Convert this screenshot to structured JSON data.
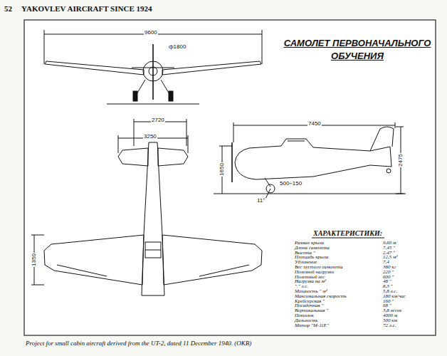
{
  "diagram": {
    "title": "САМОЛЕТ ПЕРВОНАЧАЛЬНОГО ОБУЧЕНИЯ",
    "caption": "Project for small cabin aircraft derived from the UT-2, dated 11 December 1940. (OKB)",
    "labels": [
      "52",
      "YAKOVLEV AIRCRAFT SINCE 1924",
      "9600",
      "ф1800",
      "2720",
      "3250",
      "7450",
      "1650",
      "2475",
      "500÷150",
      "11°",
      "1350",
      "ХАРАКТЕРИСТИКИ:",
      "Размах крыла",
      "9,60 м",
      "Длина самолета",
      "7,45 \"",
      "Высота \"",
      "2,47 \"",
      "Площадь крыла",
      "12,5 м²",
      "Удлинение",
      "7,4",
      "Вес пустого самолета",
      "380 кг",
      "Полезной нагрузки",
      "220 \"",
      "Полетный вес",
      "600 \"",
      "Нагрузка на м²",
      "48 \"",
      "\" \" л.с.",
      "8,3 \"",
      "Мощность \" м²",
      "5,8 л.с.",
      "Максимальная скорость",
      "180 км/час",
      "Крейсерская \"",
      "160 \"",
      "Посадочная \"",
      "68 \"",
      "Вертикальная \"",
      "3,8 м/сек",
      "Потолок",
      "4000 м",
      "Дальность",
      "500 км",
      "Мотор \"М-11Е\"",
      "72 л.с."
    ]
  }
}
